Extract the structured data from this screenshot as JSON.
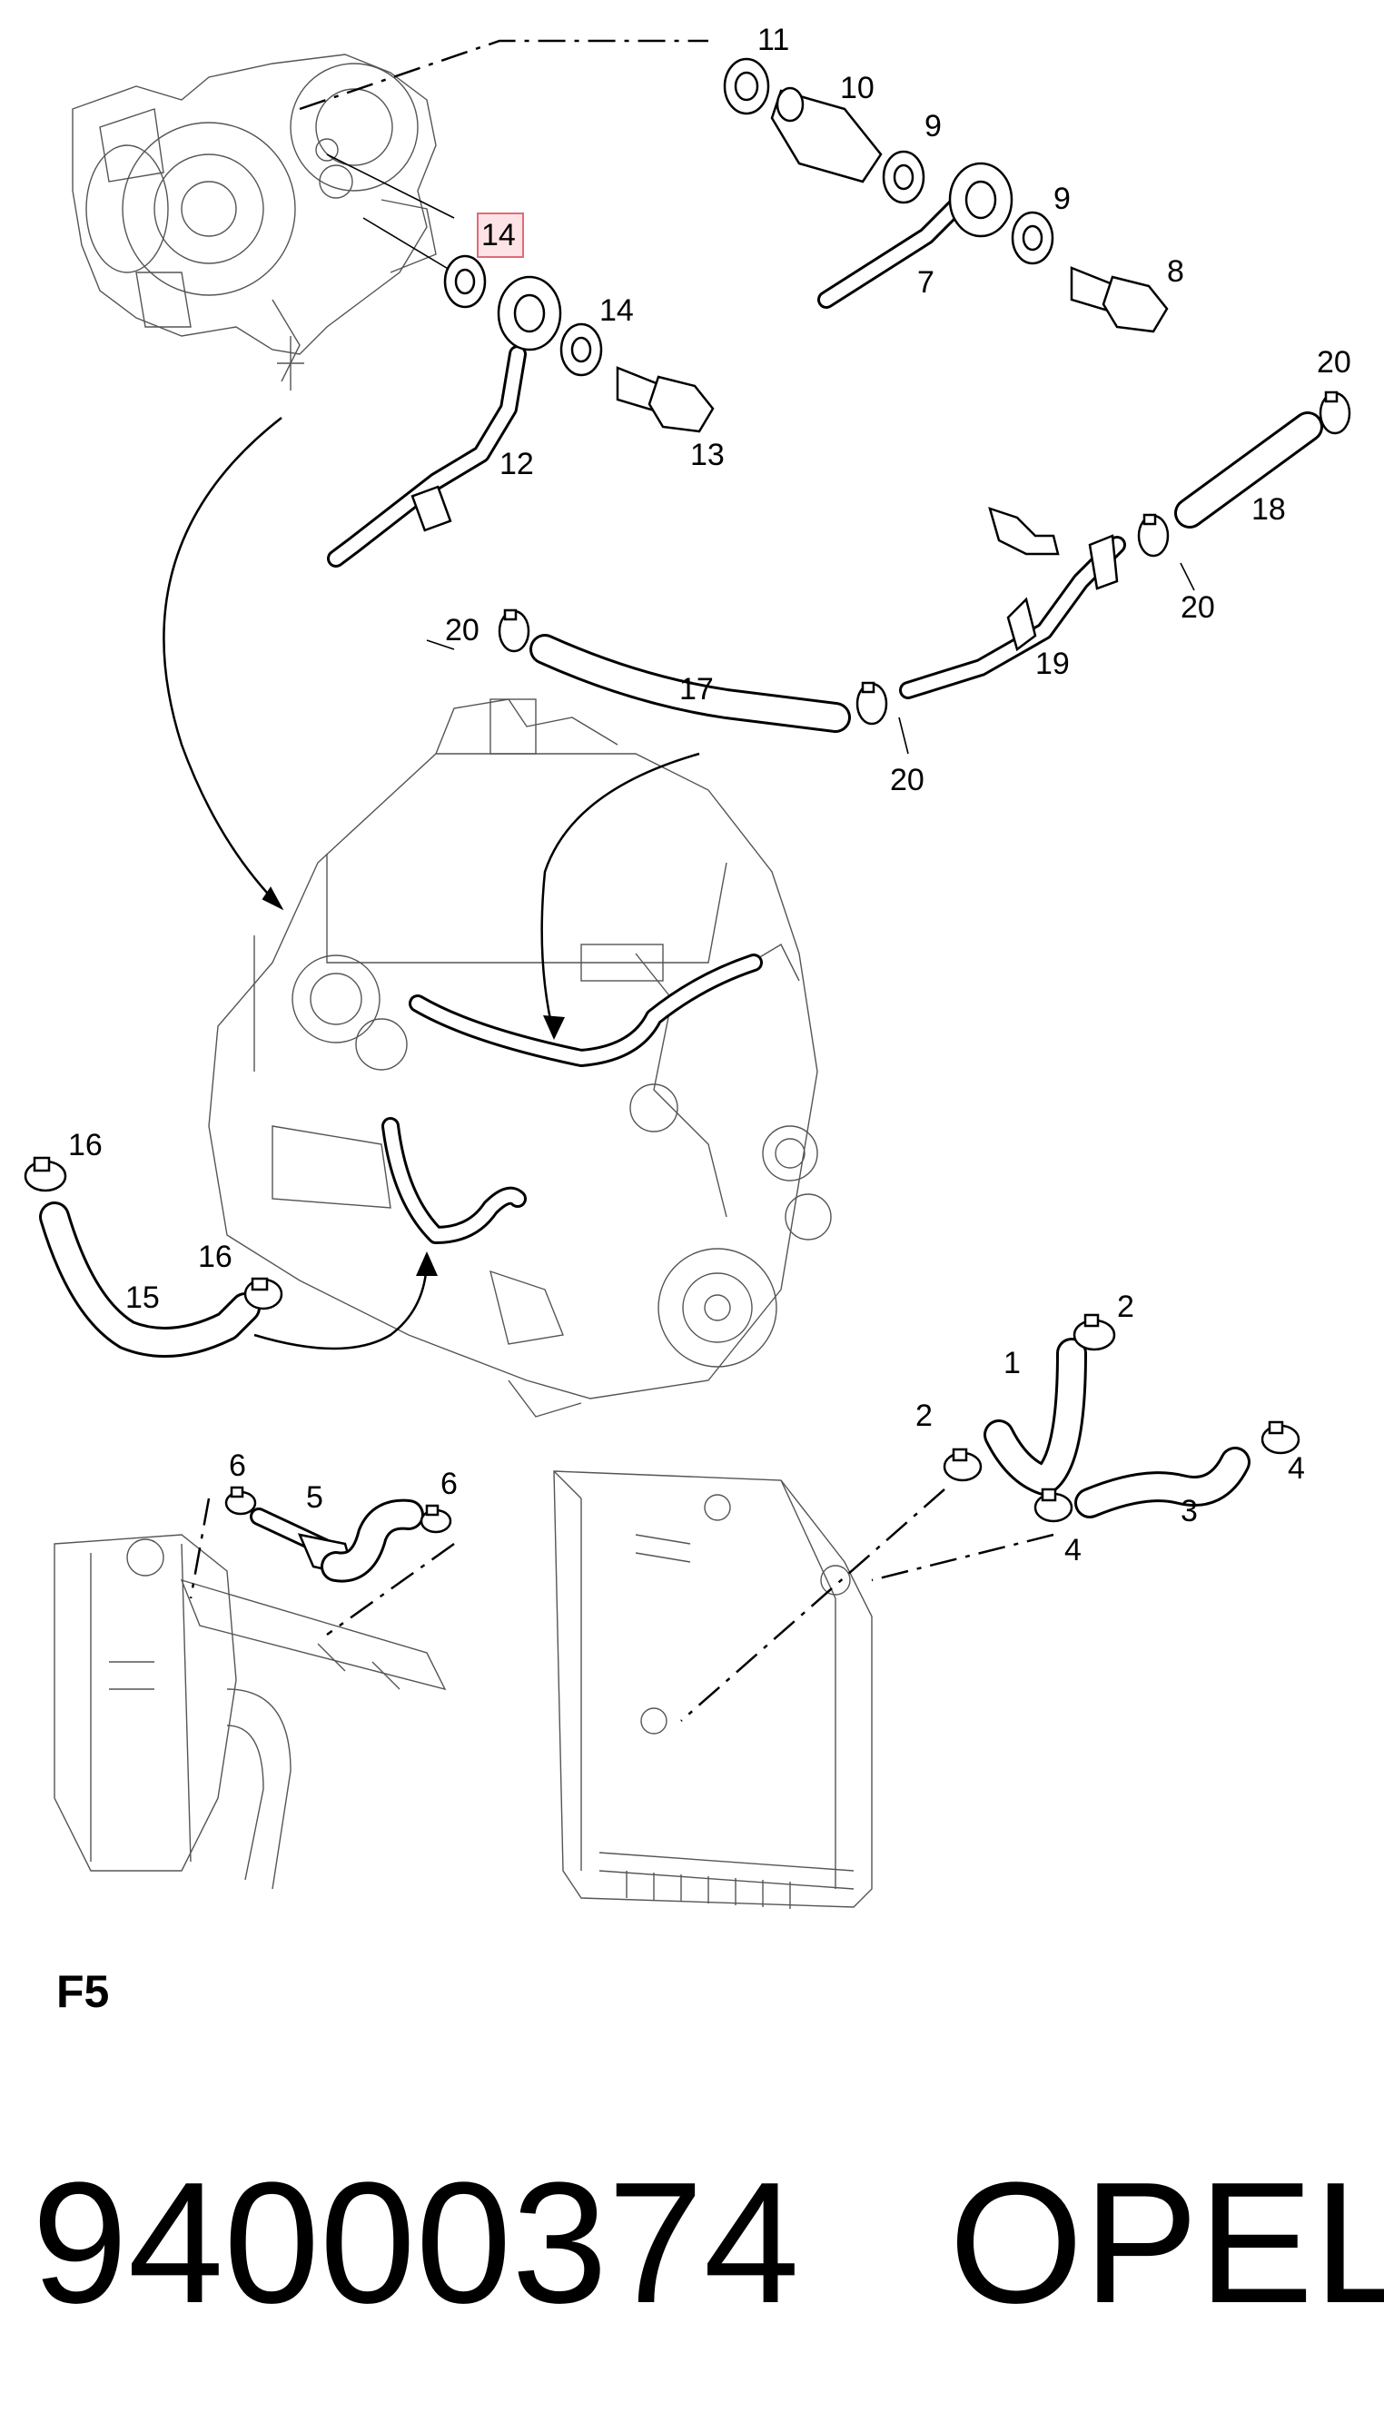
{
  "callouts": {
    "p1": "1",
    "p2a": "2",
    "p2b": "2",
    "p3": "3",
    "p4a": "4",
    "p4b": "4",
    "p5": "5",
    "p6a": "6",
    "p6b": "6",
    "p7": "7",
    "p8": "8",
    "p9a": "9",
    "p9b": "9",
    "p10": "10",
    "p11": "11",
    "p12": "12",
    "p13": "13",
    "p14a": "14",
    "p14b": "14",
    "p15": "15",
    "p16a": "16",
    "p16b": "16",
    "p17": "17",
    "p18": "18",
    "p19": "19",
    "p20a": "20",
    "p20b": "20",
    "p20c": "20",
    "p20d": "20"
  },
  "highlighted_callout": "14",
  "section_code": "F5",
  "part_number": "94000374",
  "brand": "OPEL",
  "colors": {
    "highlight_fill": "#fde3e6",
    "highlight_stroke": "#e06b78",
    "line": "#000000"
  }
}
